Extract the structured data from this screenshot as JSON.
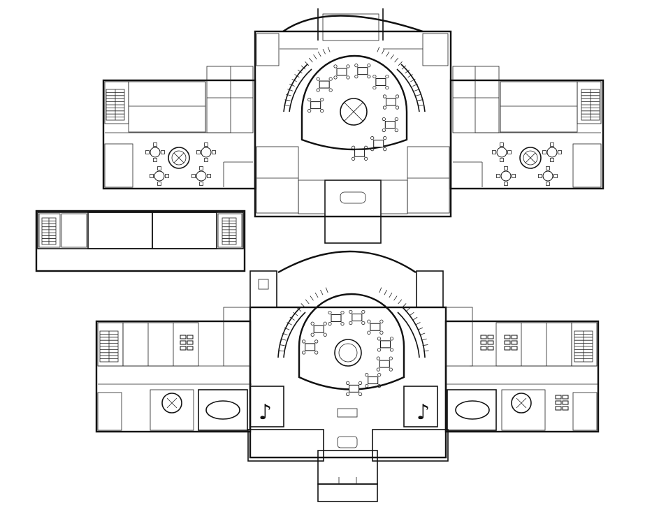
{
  "drawing": {
    "type": "architectural floor plans",
    "plans": [
      "upper-floor-plan",
      "lower-floor-plan",
      "side-elevation-strip"
    ],
    "line_color": "#111111",
    "background": "#ffffff",
    "music_room_symbol": "♪"
  }
}
